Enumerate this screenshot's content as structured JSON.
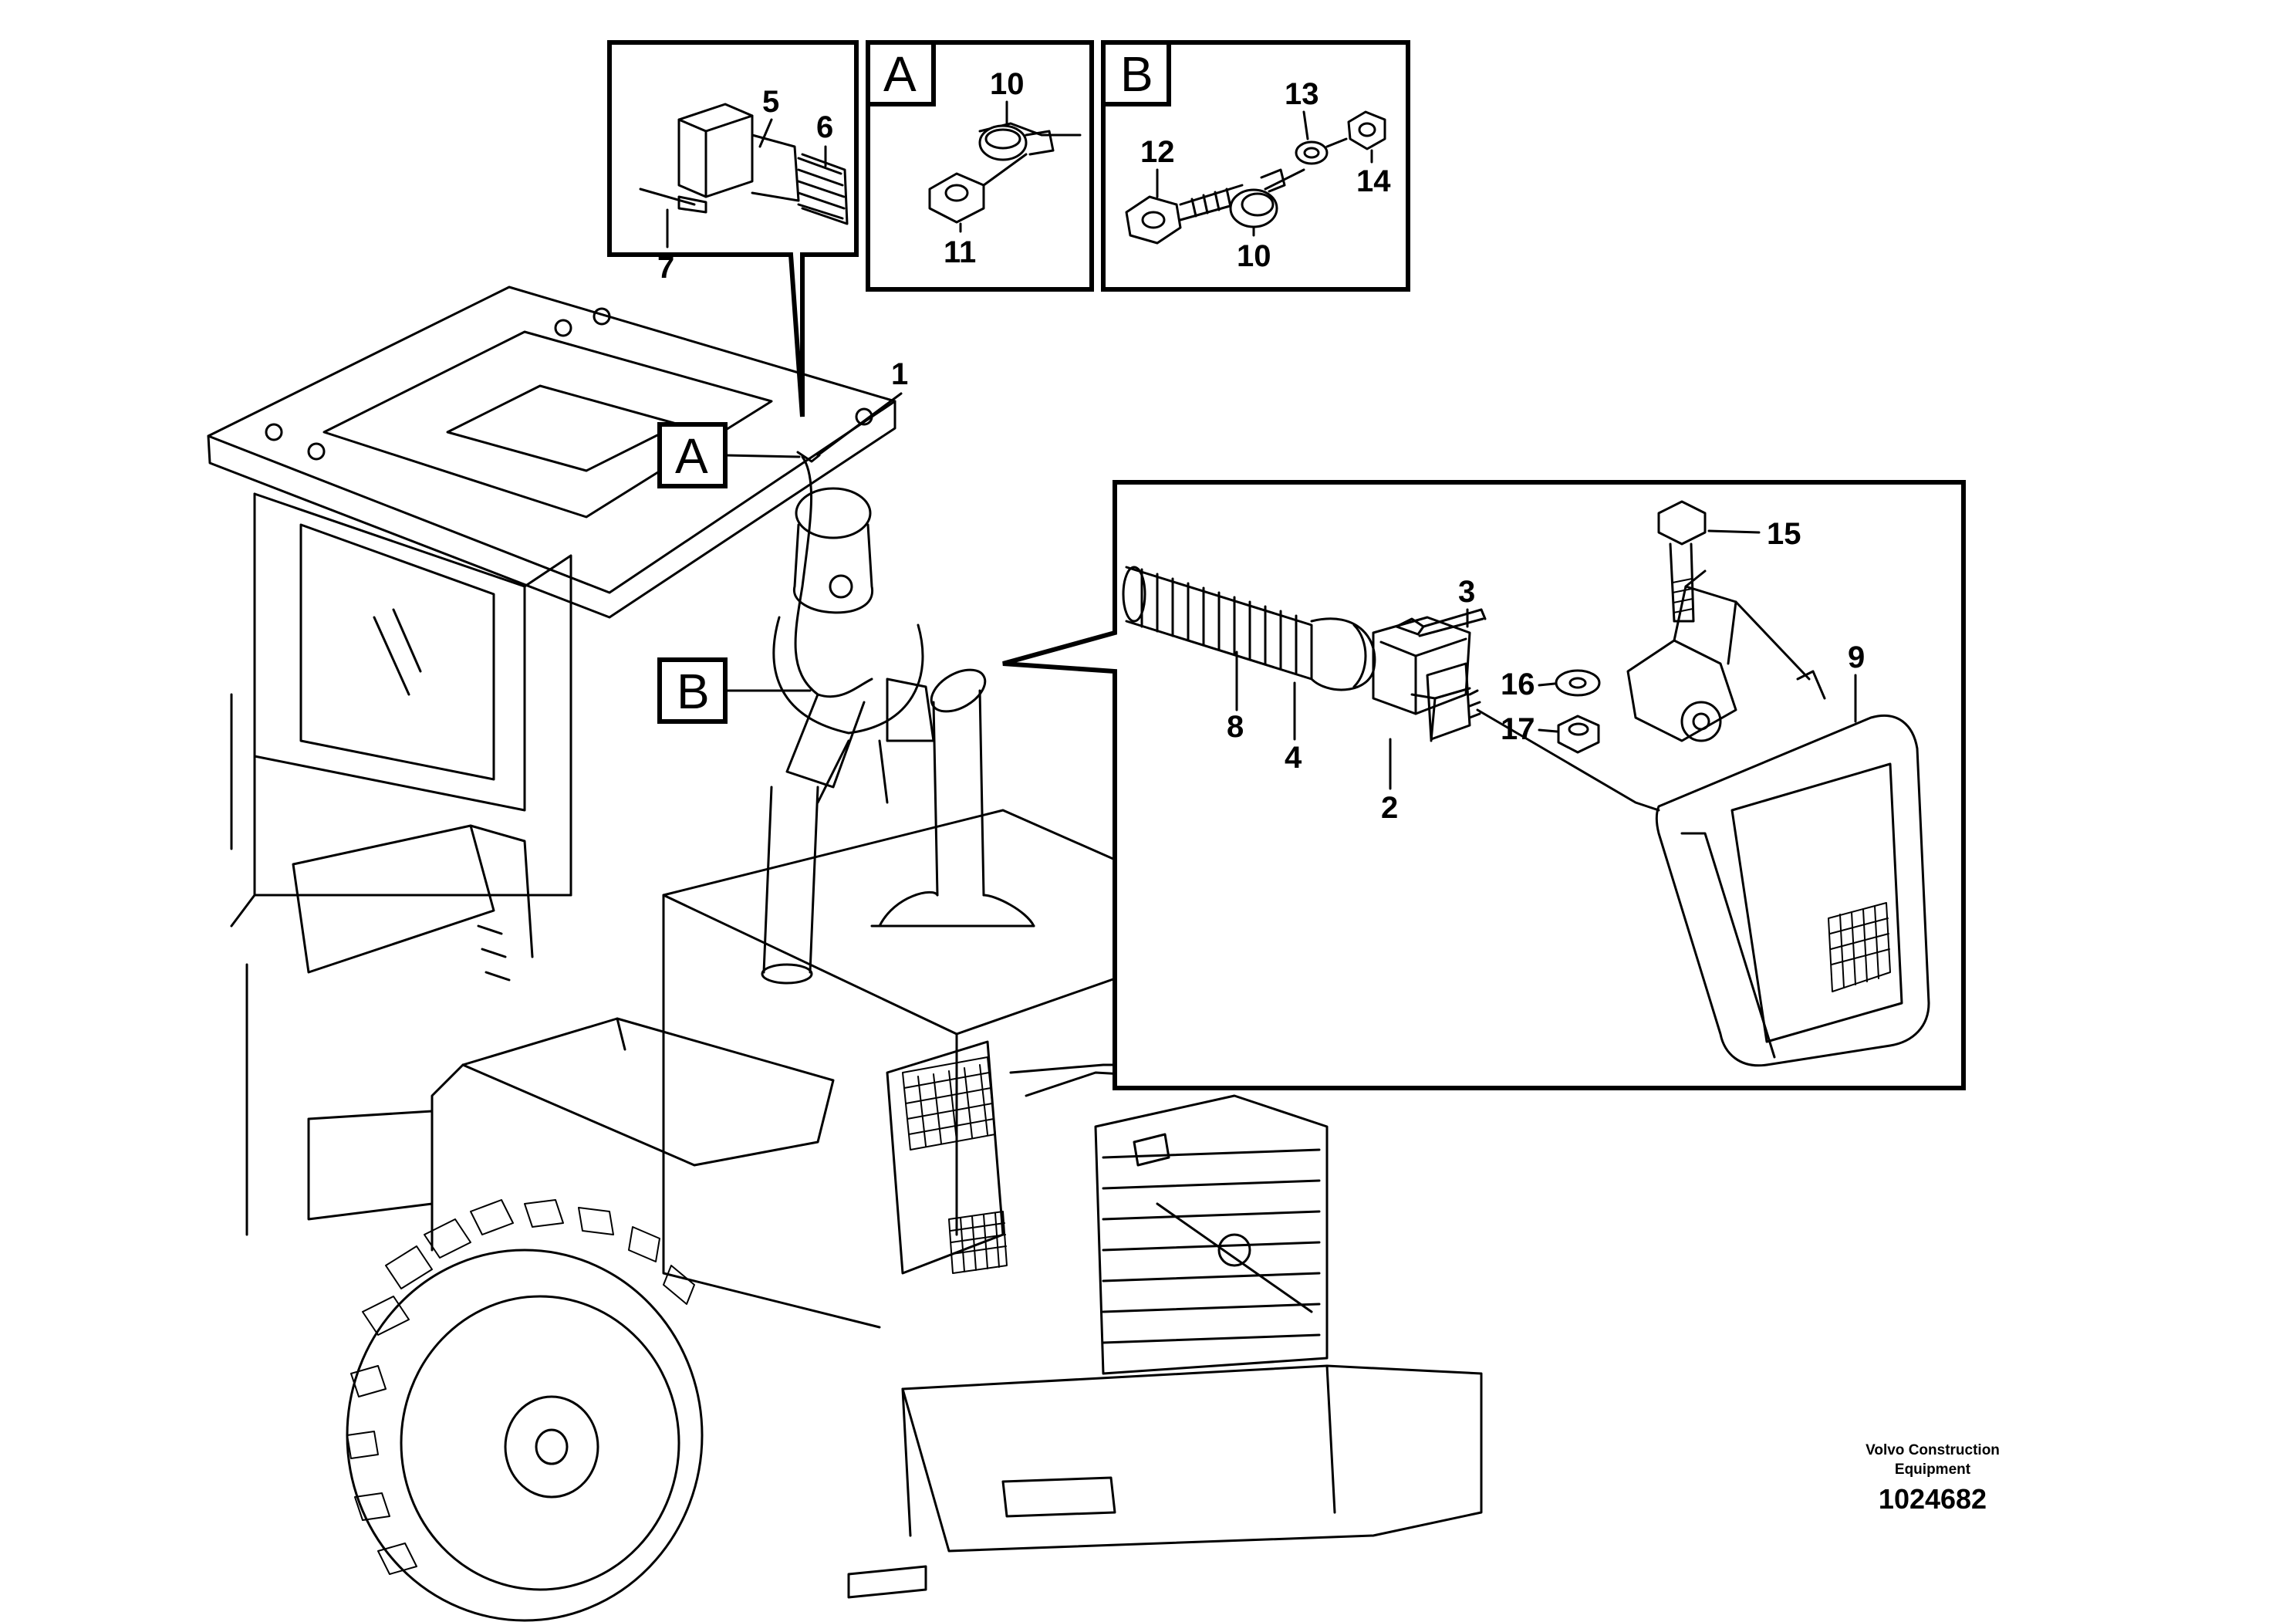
{
  "callouts": {
    "c1": "1",
    "c2": "2",
    "c3": "3",
    "c4": "4",
    "c5": "5",
    "c6": "6",
    "c7": "7",
    "c8": "8",
    "c9": "9",
    "c10a": "10",
    "c10b": "10",
    "c11": "11",
    "c12": "12",
    "c13": "13",
    "c14": "14",
    "c15": "15",
    "c16": "16",
    "c17": "17"
  },
  "detail_tags": {
    "a_inset": "A",
    "b_inset": "B",
    "a_main": "A",
    "b_main": "B"
  },
  "footer": {
    "company_line1": "Volvo Construction",
    "company_line2": "Equipment",
    "doc_number": "1024682"
  }
}
